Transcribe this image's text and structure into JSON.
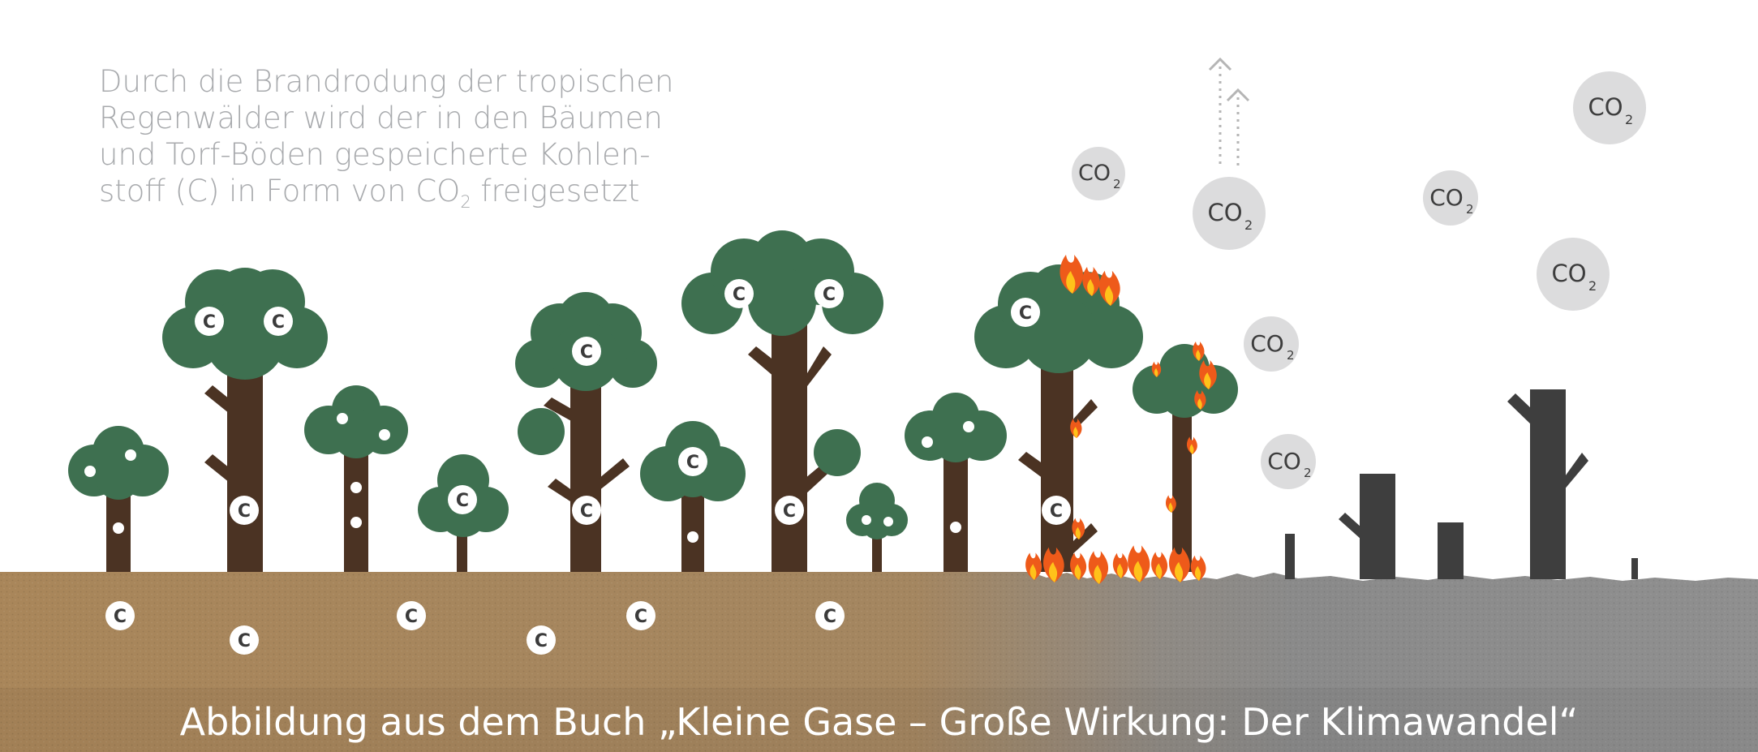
{
  "figure": {
    "intro_lines": [
      "Durch die Brandrodung der tropischen",
      "Regenwälder wird der in den Bäumen",
      "und Torf-Böden gespeicherte Kohlen-",
      "stoff (C) in Form von CO"
    ],
    "intro_subscript": "2",
    "intro_tail": " freigesetzt",
    "carbon_label": "C",
    "co2_label": "CO",
    "co2_subscript": "2",
    "caption": "Abbildung aus dem Buch „Kleine Gase – Große Wirkung: Der Klimawandel“"
  },
  "colors": {
    "canopy": "#3e7050",
    "trunk": "#4b3323",
    "soil": "#a9865a",
    "ash": "#8a8a8a",
    "burnt_trunk": "#3e3e3e",
    "co2_bubble": "#dcdcdd",
    "fire_outer": "#ee5a1a",
    "fire_inner": "#ffc21a",
    "text_gray": "#a8aaad"
  }
}
